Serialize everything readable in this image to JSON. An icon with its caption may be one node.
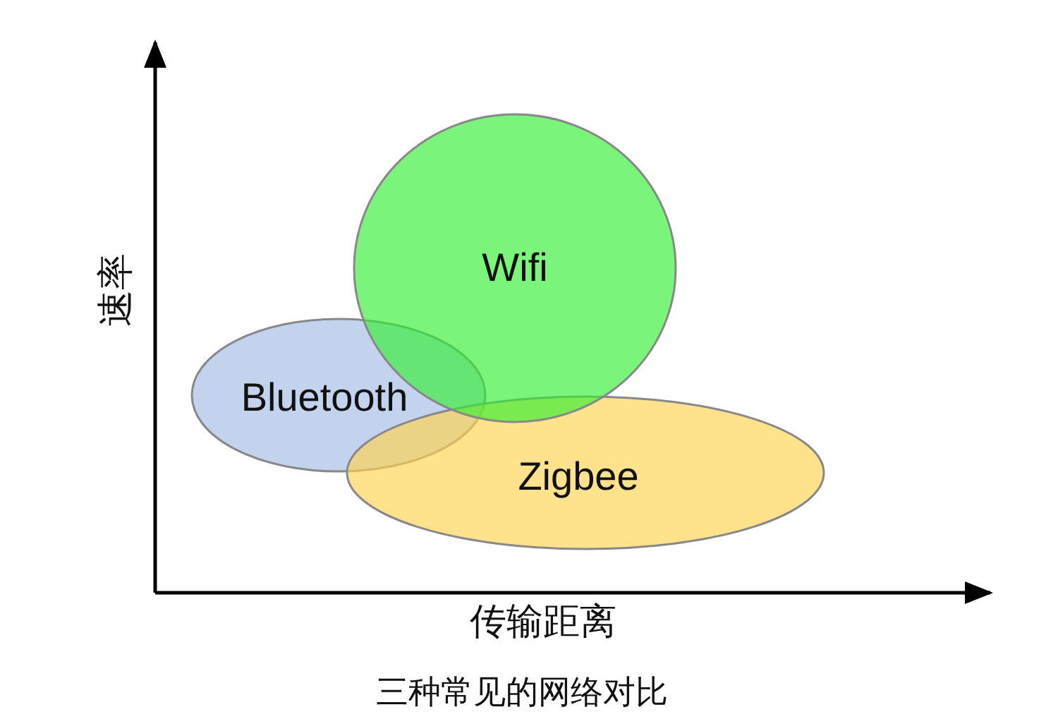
{
  "diagram": {
    "caption": "三种常见的网络对比",
    "nodes": [
      {
        "text": [
          "Wifi"
        ]
      },
      {
        "text": [
          "Bluetooth"
        ]
      },
      {
        "text": [
          "Zigbee"
        ]
      }
    ],
    "labels": [
      "速率",
      "传输距离"
    ]
  }
}
